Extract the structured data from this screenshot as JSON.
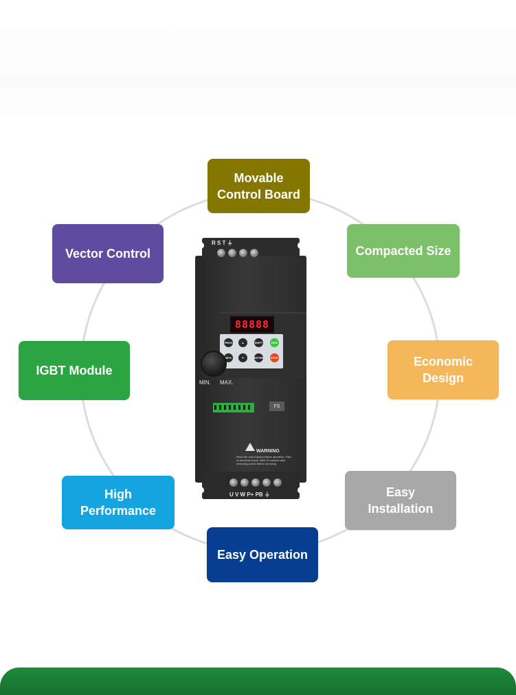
{
  "features": {
    "movable": "Movable Control Board",
    "compact": "Compacted Size",
    "economic": "Economic Design",
    "install": "Easy Installation",
    "easy_operation": "Easy Operation",
    "high_performance": "High Performance",
    "igbt": "IGBT Module",
    "vector": "Vector Control"
  },
  "device": {
    "input_terminals": "R S T ⏚",
    "output_terminals": "U V W P+ PB ⏚",
    "led_readout": "88888",
    "keys": {
      "prog": "PROG",
      "shift": "SHIFT",
      "run": "RUN",
      "mf": "MF.K",
      "enter": "ENTER",
      "stop": "STOP"
    },
    "knob_min": "MIN.",
    "knob_max": "MAX.",
    "badge": "FS",
    "warning_title": "WARNING",
    "warning_lines": "Read the user manual before operation. Risk of electrical shock. Wait 10 minutes after removing power before servicing."
  },
  "colors": {
    "movable": "#857600",
    "compact": "#7dc06a",
    "economic": "#f4b75a",
    "install": "#a8a8a8",
    "easy_operation": "#073e92",
    "high_performance": "#14a4e0",
    "igbt": "#2aa542",
    "vector": "#5f4ba0",
    "bottom_band": "#1f8a3a"
  }
}
